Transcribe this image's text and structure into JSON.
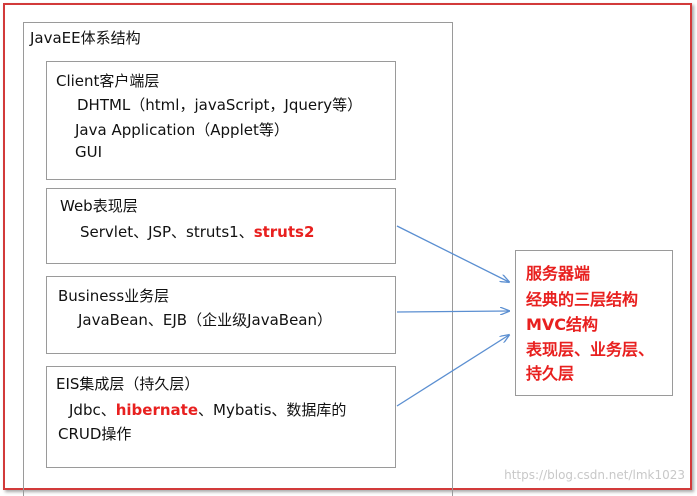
{
  "outer_title": "JavaEE体系结构",
  "client": {
    "title": "Client客户端层",
    "line1": "DHTML（html，javaScript，Jquery等）",
    "line2": "Java Application（Applet等）",
    "line3": "GUI"
  },
  "web": {
    "title": "Web表现层",
    "line1_prefix": "Servlet、JSP、struts1、",
    "line1_highlight": "struts2"
  },
  "business": {
    "title": "Business业务层",
    "line1": "JavaBean、EJB（企业级JavaBean）"
  },
  "eis": {
    "title": "EIS集成层（持久层）",
    "line1_prefix": "Jdbc、",
    "line1_highlight": "hibernate",
    "line1_suffix": "、Mybatis、数据库的",
    "line2": "CRUD操作"
  },
  "summary": {
    "line1": "服务器端",
    "line2": "经典的三层结构",
    "line3": "MVC结构",
    "line4": "表现层、业务层、",
    "line5": "持久层"
  },
  "watermark": "https://blog.csdn.net/lmk1023",
  "colors": {
    "highlight": "#e8201f",
    "arrow": "#5b8fd1",
    "frame": "#d23a3a"
  }
}
